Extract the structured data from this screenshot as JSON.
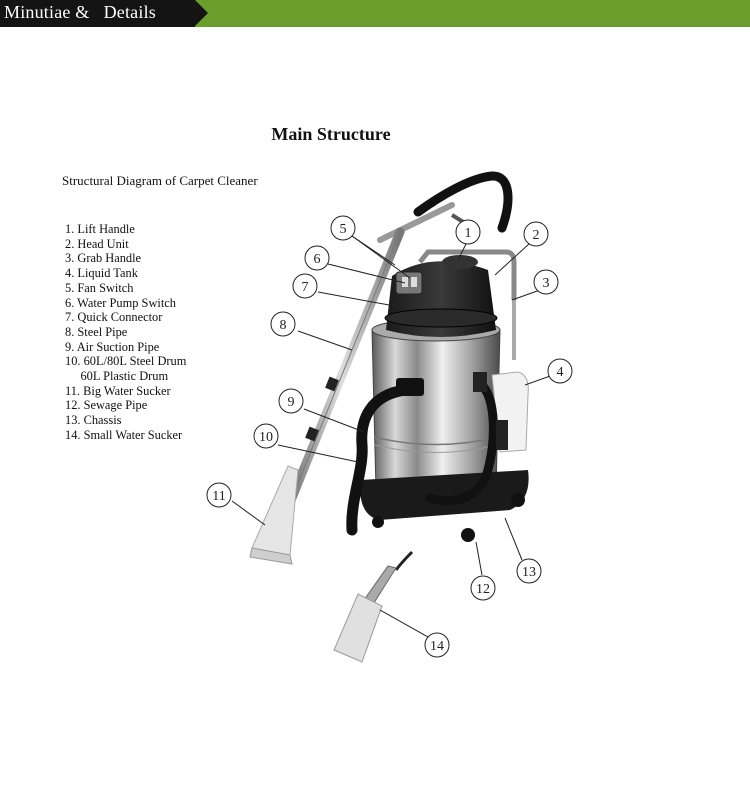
{
  "banner": {
    "label": "Minutiae &   Details",
    "color": "#6a9f2d"
  },
  "title": "Main Structure",
  "subtitle": "Structural Diagram of Carpet Cleaner",
  "parts": [
    "1. Lift Handle",
    "2. Head Unit",
    "3. Grab Handle",
    "4. Liquid Tank",
    "5. Fan Switch",
    "6. Water Pump Switch",
    "7. Quick Connector",
    "8. Steel Pipe",
    "9. Air Suction Pipe",
    "10. 60L/80L Steel Drum",
    "     60L Plastic Drum",
    "11. Big Water Sucker",
    "12. Sewage Pipe",
    "13. Chassis",
    "14. Small Water Sucker"
  ],
  "callouts": [
    "1",
    "2",
    "3",
    "4",
    "5",
    "6",
    "7",
    "8",
    "9",
    "10",
    "11",
    "12",
    "13",
    "14"
  ]
}
